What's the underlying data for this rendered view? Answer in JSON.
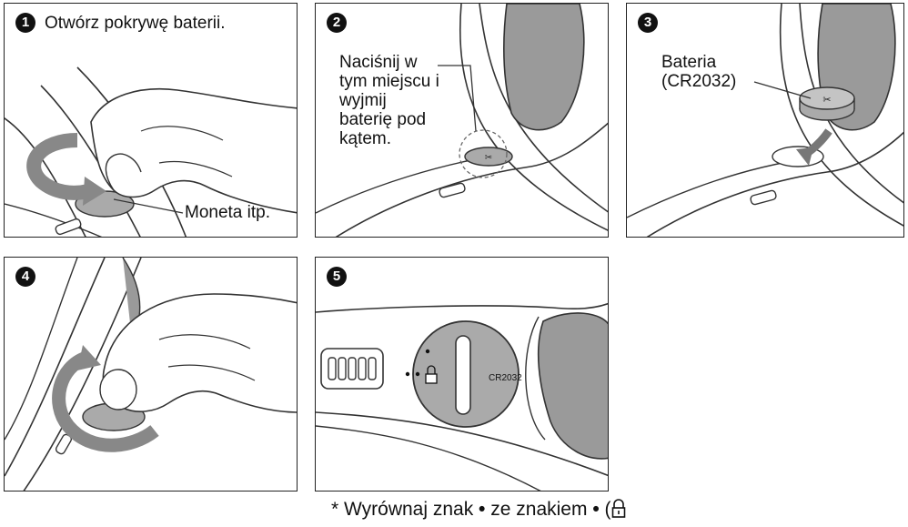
{
  "steps": [
    {
      "number": "1",
      "caption": "Otwórz pokrywę baterii.",
      "callout": "Moneta itp."
    },
    {
      "number": "2",
      "callout_lines": [
        "Naciśnij w",
        "tym miejscu i",
        "wyjmij",
        "baterię pod",
        "kątem."
      ]
    },
    {
      "number": "3",
      "callout_lines": [
        "Bateria",
        "(CR2032)"
      ]
    },
    {
      "number": "4"
    },
    {
      "number": "5",
      "cover_marking": "CR2032"
    }
  ],
  "footnote": {
    "prefix": "* Wyrównaj znak",
    "middle": "ze znakiem",
    "dot": "•",
    "paren": "("
  },
  "icons": {
    "step5_lock": "lock-icon",
    "footnote_lock": "lock-icon",
    "arrow": "rotate-arrow-icon"
  }
}
